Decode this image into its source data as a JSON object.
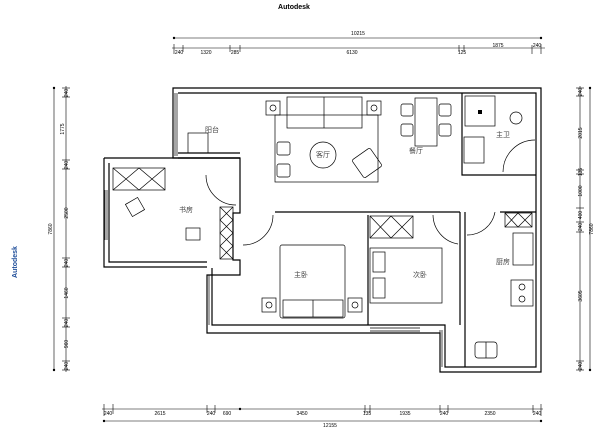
{
  "watermark": {
    "top": "Autodesk",
    "left": "Autodesk"
  },
  "dimensions": {
    "top_total": "10215",
    "top_segments": [
      "240",
      "1320",
      "285",
      "6130",
      "125",
      "1875",
      "240"
    ],
    "bottom_total": "12155",
    "bottom_segments": [
      "240",
      "2615",
      "240",
      "690",
      "3450",
      "135",
      "1935",
      "240",
      "2350",
      "240"
    ],
    "left_total": "7860",
    "left_segments": [
      "240",
      "1775",
      "240",
      "2500",
      "240",
      "1460",
      "240",
      "960",
      "240"
    ],
    "right_total": "7860",
    "right_segments": [
      "240",
      "2015",
      "135",
      "1000",
      "400",
      "240",
      "3605",
      "240"
    ]
  },
  "rooms": {
    "balcony": "阳台",
    "living": "客厅",
    "dining": "餐厅",
    "master_bath": "主卫",
    "study": "书房",
    "master_bedroom": "主卧",
    "second_bedroom": "次卧",
    "kitchen": "厨房"
  }
}
